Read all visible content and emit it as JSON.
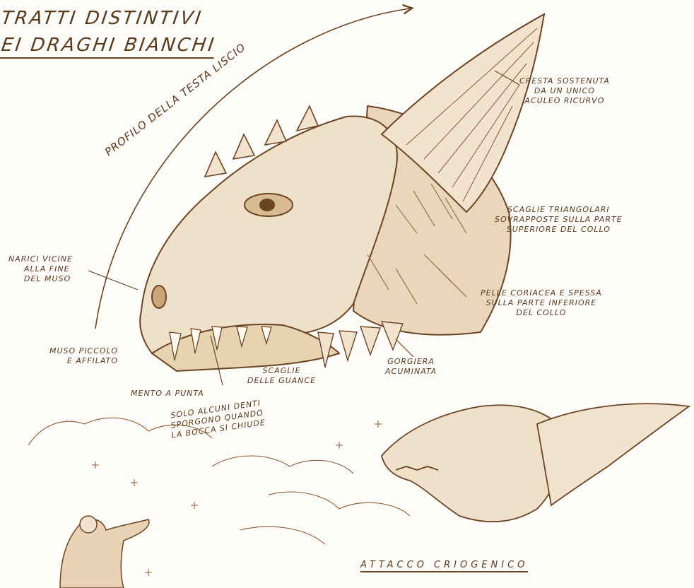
{
  "title": {
    "line1": "TRATTI DISTINTIVI",
    "line2": "EI DRAGHI BIANCHI"
  },
  "arc_label": "PROFILO DELLA TESTA LISCIO",
  "annotations": {
    "crest": [
      "CRESTA SOSTENUTA",
      "DA UN UNICO",
      "ACULEO RICURVO"
    ],
    "scales_top": [
      "SCAGLIE TRIANGOLARI",
      "SOVRAPPOSTE SULLA PARTE",
      "SUPERIORE DEL COLLO"
    ],
    "nostrils": [
      "NARICI VICINE",
      "ALLA FINE",
      "DEL MUSO"
    ],
    "skin": [
      "PELLE CORIACEA E SPESSA",
      "SULLA PARTE INFERIORE",
      "DEL COLLO"
    ],
    "snout": [
      "MUSO PICCOLO",
      "E AFFILATO"
    ],
    "gorget": [
      "GORGIERA",
      "ACUMINATA"
    ],
    "cheeks": [
      "SCAGLIE",
      "DELLE GUANCE"
    ],
    "chin": "MENTO A PUNTA",
    "teeth": [
      "SOLO ALCUNI DENTI",
      "SPORGONO QUANDO",
      "LA BOCCA SI CHIUDE"
    ]
  },
  "caption": "ATTACCO CRIOGENICO",
  "colors": {
    "ink": "#5a3a1e",
    "paper": "#fdfcf8",
    "shade": "#e9d3b4"
  }
}
